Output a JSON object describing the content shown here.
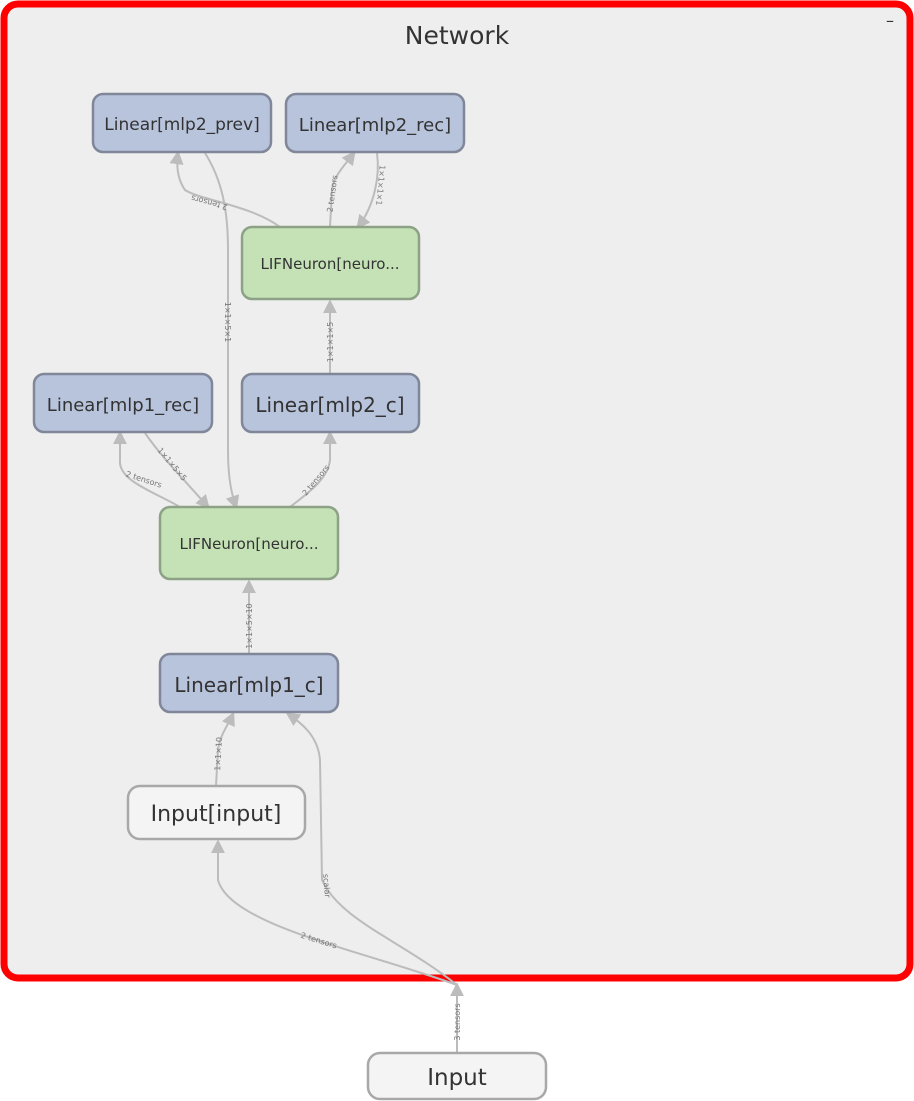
{
  "group": {
    "title": "Network",
    "collapse_glyph": "–",
    "border_color": "#ff0000",
    "fill_color": "#eeeeee"
  },
  "colors": {
    "linear_fill": "#b8c3dc",
    "linear_stroke": "#7f8799",
    "lif_fill": "#c5e2b6",
    "lif_stroke": "#8ca185",
    "input_fill": "#f4f4f4",
    "input_stroke": "#a8a8a8",
    "edge": "#bcbcbc"
  },
  "nodes": [
    {
      "id": "linear-mlp2-prev",
      "label": "Linear[mlp2_prev]",
      "kind": "linear"
    },
    {
      "id": "linear-mlp2-rec",
      "label": "Linear[mlp2_rec]",
      "kind": "linear"
    },
    {
      "id": "lifneuron-2",
      "label": "LIFNeuron[neuro...",
      "kind": "lif"
    },
    {
      "id": "linear-mlp1-rec",
      "label": "Linear[mlp1_rec]",
      "kind": "linear"
    },
    {
      "id": "linear-mlp2-c",
      "label": "Linear[mlp2_c]",
      "kind": "linear"
    },
    {
      "id": "lifneuron-1",
      "label": "LIFNeuron[neuro...",
      "kind": "lif"
    },
    {
      "id": "linear-mlp1-c",
      "label": "Linear[mlp1_c]",
      "kind": "linear"
    },
    {
      "id": "input-input",
      "label": "Input[input]",
      "kind": "input"
    },
    {
      "id": "input-outer",
      "label": "Input",
      "kind": "input"
    }
  ],
  "edges": [
    {
      "id": "e-outer-to-fork",
      "label": "3 tensors"
    },
    {
      "id": "e-fork-to-input",
      "label": "2 tensors"
    },
    {
      "id": "e-fork-to-mlp1c",
      "label": "scalar"
    },
    {
      "id": "e-input-to-mlp1c",
      "label": "1×1×10"
    },
    {
      "id": "e-mlp1c-to-lif1",
      "label": "1×1×5×10"
    },
    {
      "id": "e-lif1-to-mlp1rec",
      "label": "2 tensors"
    },
    {
      "id": "e-mlp1rec-to-lif1",
      "label": "1×1×5×5"
    },
    {
      "id": "e-lif1-to-mlp2c",
      "label": "2 tensors"
    },
    {
      "id": "e-mlp2c-to-lif2",
      "label": "1×1×1×5"
    },
    {
      "id": "e-lif2-to-mlp2rec",
      "label": "2 tensors"
    },
    {
      "id": "e-mlp2rec-to-lif2",
      "label": "1×1×1×1"
    },
    {
      "id": "e-lif2-to-mlp2prev",
      "label": "2 tensors"
    },
    {
      "id": "e-mlp2prev-to-lif1",
      "label": "1×1×5×1"
    }
  ]
}
